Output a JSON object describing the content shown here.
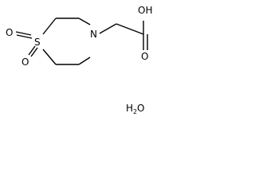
{
  "structure": {
    "atoms": {
      "sulfur": "S",
      "nitrogen": "N",
      "sulfonyl_oxygen_top": "O",
      "sulfonyl_oxygen_bottom": "O",
      "carboxyl_oxygen": "O",
      "hydroxyl": "OH"
    },
    "water": {
      "symbol_h": "H",
      "subscript": "2",
      "symbol_o": "O"
    }
  }
}
